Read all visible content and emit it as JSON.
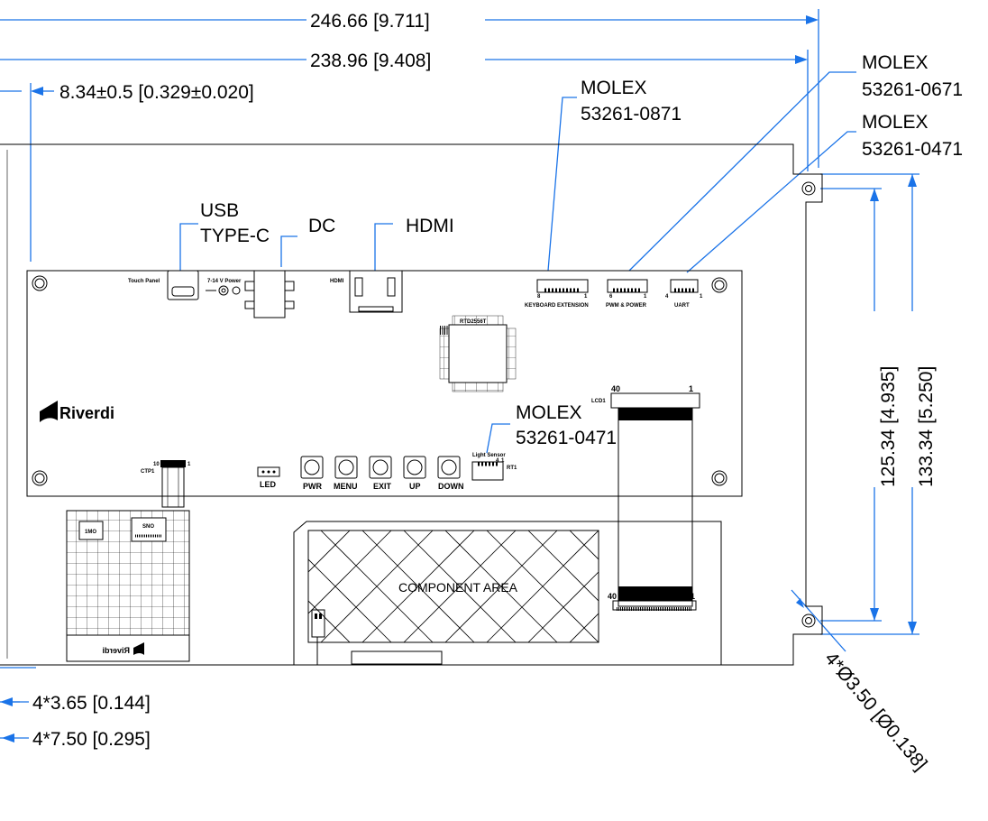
{
  "dimensions": {
    "overall_width": "246.66 [9.711]",
    "hole_span_width": "238.96 [9.408]",
    "offset": "8.34±0.5 [0.329±0.020]",
    "hole_span_height": "125.34 [4.935]",
    "overall_height": "133.34 [5.250]",
    "hole_offset_small": "4*3.65 [0.144]",
    "hole_offset_large": "4*7.50 [0.295]",
    "hole_diameter": "4*Ø3.50 [Ø0.138]"
  },
  "callouts": {
    "usb_line1": "USB",
    "usb_line2": "TYPE-C",
    "dc": "DC",
    "hdmi": "HDMI",
    "molex_kbd_1": "MOLEX",
    "molex_kbd_2": "53261-0871",
    "molex_pwm_1": "MOLEX",
    "molex_pwm_2": "53261-0671",
    "molex_uart_1": "MOLEX",
    "molex_uart_2": "53261-0471",
    "molex_light_1": "MOLEX",
    "molex_light_2": "53261-0471"
  },
  "board_labels": {
    "touch_panel": "Touch Panel",
    "power": "7-14 V Power",
    "hdmi": "HDMI",
    "chip": "RTD2556T",
    "kbd": "KEYBOARD EXTENSION",
    "pwm": "PWM & POWER",
    "uart": "UART",
    "brand": "Riverdi",
    "brand_mirrored": "Riverdi",
    "led": "LED",
    "btn_pwr": "PWR",
    "btn_menu": "MENU",
    "btn_exit": "EXIT",
    "btn_up": "UP",
    "btn_down": "DOWN",
    "light_sensor": "Light Sensor",
    "rt1": "RT1",
    "ctp": "CTP1",
    "ctp_pin10": "10",
    "ctp_pin1": "1",
    "lcd": "LCD1",
    "lcd_pin40": "40",
    "lcd_pin1": "1",
    "fpc_pin40": "40",
    "fpc_pin1": "1",
    "kbd_pin8": "8",
    "kbd_pin1": "1",
    "pwm_pin6": "6",
    "pwm_pin1": "1",
    "uart_pin4": "4",
    "uart_pin1": "1",
    "ls_pin4": "4",
    "ls_pin1": "1",
    "component_area": "COMPONENT AREA",
    "tp1": "1MO",
    "tp2": "SNO"
  }
}
